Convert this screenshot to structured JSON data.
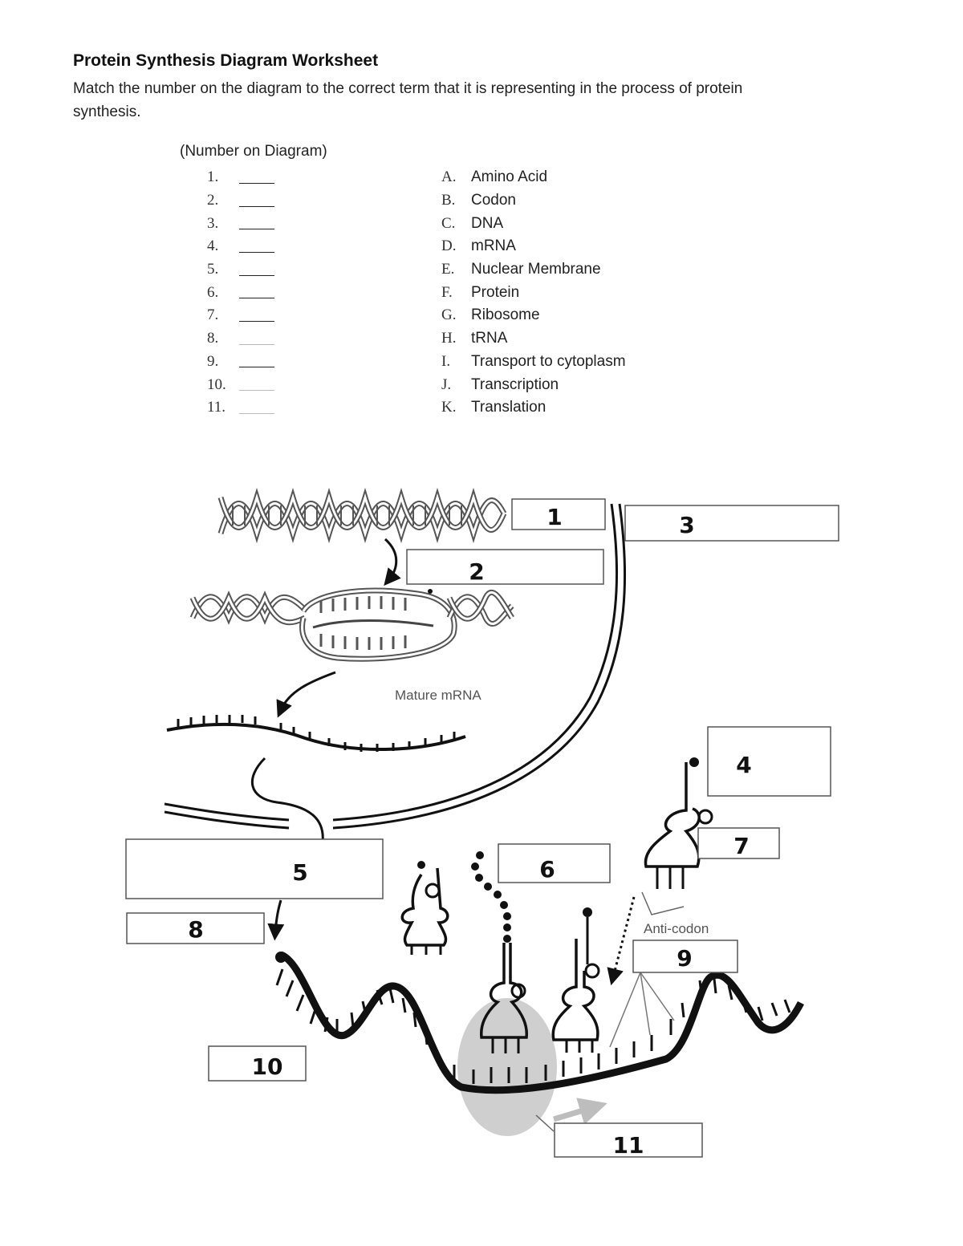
{
  "worksheet": {
    "title": "Protein Synthesis Diagram Worksheet",
    "instructions": "Match the number on the diagram to the correct term that it is representing in the process of protein synthesis.",
    "number_header": "(Number on Diagram)"
  },
  "numbers": [
    "1.",
    "2.",
    "3.",
    "4.",
    "5.",
    "6.",
    "7.",
    "8.",
    "9.",
    "10.",
    "11."
  ],
  "terms": [
    {
      "letter": "A.",
      "term": "Amino Acid"
    },
    {
      "letter": "B.",
      "term": "Codon"
    },
    {
      "letter": "C.",
      "term": "DNA"
    },
    {
      "letter": "D.",
      "term": "mRNA"
    },
    {
      "letter": "E.",
      "term": "Nuclear Membrane"
    },
    {
      "letter": "F.",
      "term": "Protein"
    },
    {
      "letter": "G.",
      "term": "Ribosome"
    },
    {
      "letter": "H.",
      "term": "tRNA"
    },
    {
      "letter": "I.",
      "term": "Transport to cytoplasm"
    },
    {
      "letter": "J.",
      "term": "Transcription"
    },
    {
      "letter": "K.",
      "term": "Translation"
    }
  ],
  "diagram": {
    "box_labels": [
      "1",
      "2",
      "3",
      "4",
      "5",
      "6",
      "7",
      "8",
      "9",
      "10",
      "11"
    ],
    "mature_mrna": "Mature mRNA",
    "anti_codon": "Anti-codon"
  }
}
